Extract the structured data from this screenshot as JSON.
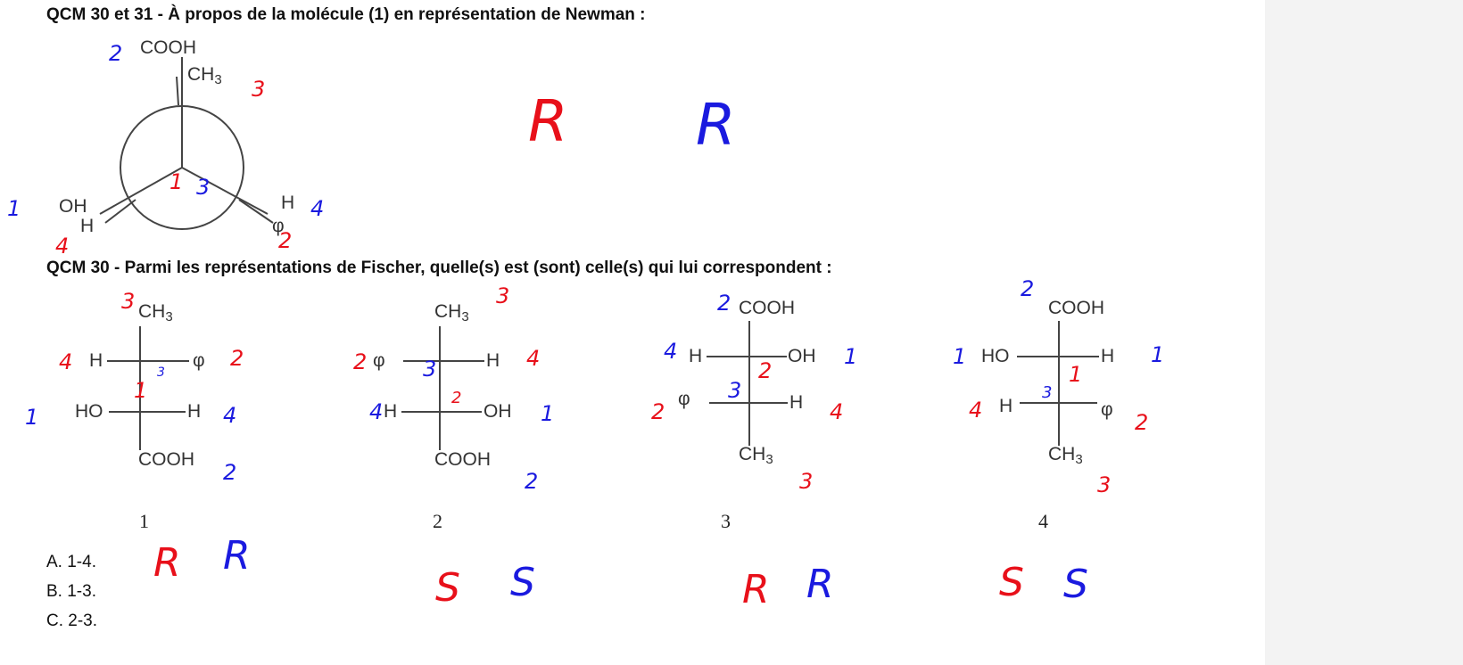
{
  "title": "QCM 30 et 31 - À propos de la molécule (1) en représentation de Newman :",
  "newman": {
    "front_top": "COOH",
    "back_top": "CH",
    "back_top_sub": "3",
    "left_a": "OH",
    "left_b": "H",
    "right_a": "H",
    "right_b": "φ"
  },
  "question": "QCM 30 - Parmi les représentations de Fischer, quelle(s) est (sont) celle(s) qui lui correspondent :",
  "fischer": [
    {
      "label": "1",
      "top": "CH",
      "top_sub": "3",
      "r1_left": "H",
      "r1_right": "φ",
      "r2_left": "HO",
      "r2_right": "H",
      "bottom": "COOH",
      "bottom_sub": ""
    },
    {
      "label": "2",
      "top": "CH",
      "top_sub": "3",
      "r1_left": "φ",
      "r1_right": "H",
      "r2_left": "H",
      "r2_right": "OH",
      "bottom": "COOH",
      "bottom_sub": ""
    },
    {
      "label": "3",
      "top": "COOH",
      "top_sub": "",
      "r1_left": "H",
      "r1_right": "OH",
      "r2_left": "φ",
      "r2_right": "H",
      "bottom": "CH",
      "bottom_sub": "3"
    },
    {
      "label": "4",
      "top": "COOH",
      "top_sub": "",
      "r1_left": "HO",
      "r1_right": "H",
      "r2_left": "H",
      "r2_right": "φ",
      "bottom": "CH",
      "bottom_sub": "3"
    }
  ],
  "answers": [
    "A. 1-4.",
    "B. 1-3.",
    "C. 2-3."
  ],
  "colors": {
    "red": "#e8101a",
    "blue": "#1a1adf"
  },
  "annotations": {
    "newman": [
      "2",
      "3",
      "1",
      "3",
      "1",
      "4",
      "4",
      "2",
      "R",
      "R"
    ],
    "f1": [
      "3",
      "4",
      "2",
      "1",
      "1",
      "4",
      "3",
      "2"
    ],
    "f2": [
      "3",
      "2",
      "4",
      "4",
      "1",
      "3",
      "2",
      "2"
    ],
    "f3": [
      "2",
      "4",
      "1",
      "2",
      "2",
      "4",
      "3",
      "3"
    ],
    "f4": [
      "2",
      "1",
      "1",
      "4",
      "2",
      "3",
      "1",
      "3"
    ],
    "results": [
      "R",
      "R",
      "S",
      "S",
      "R",
      "R",
      "S",
      "S"
    ]
  }
}
